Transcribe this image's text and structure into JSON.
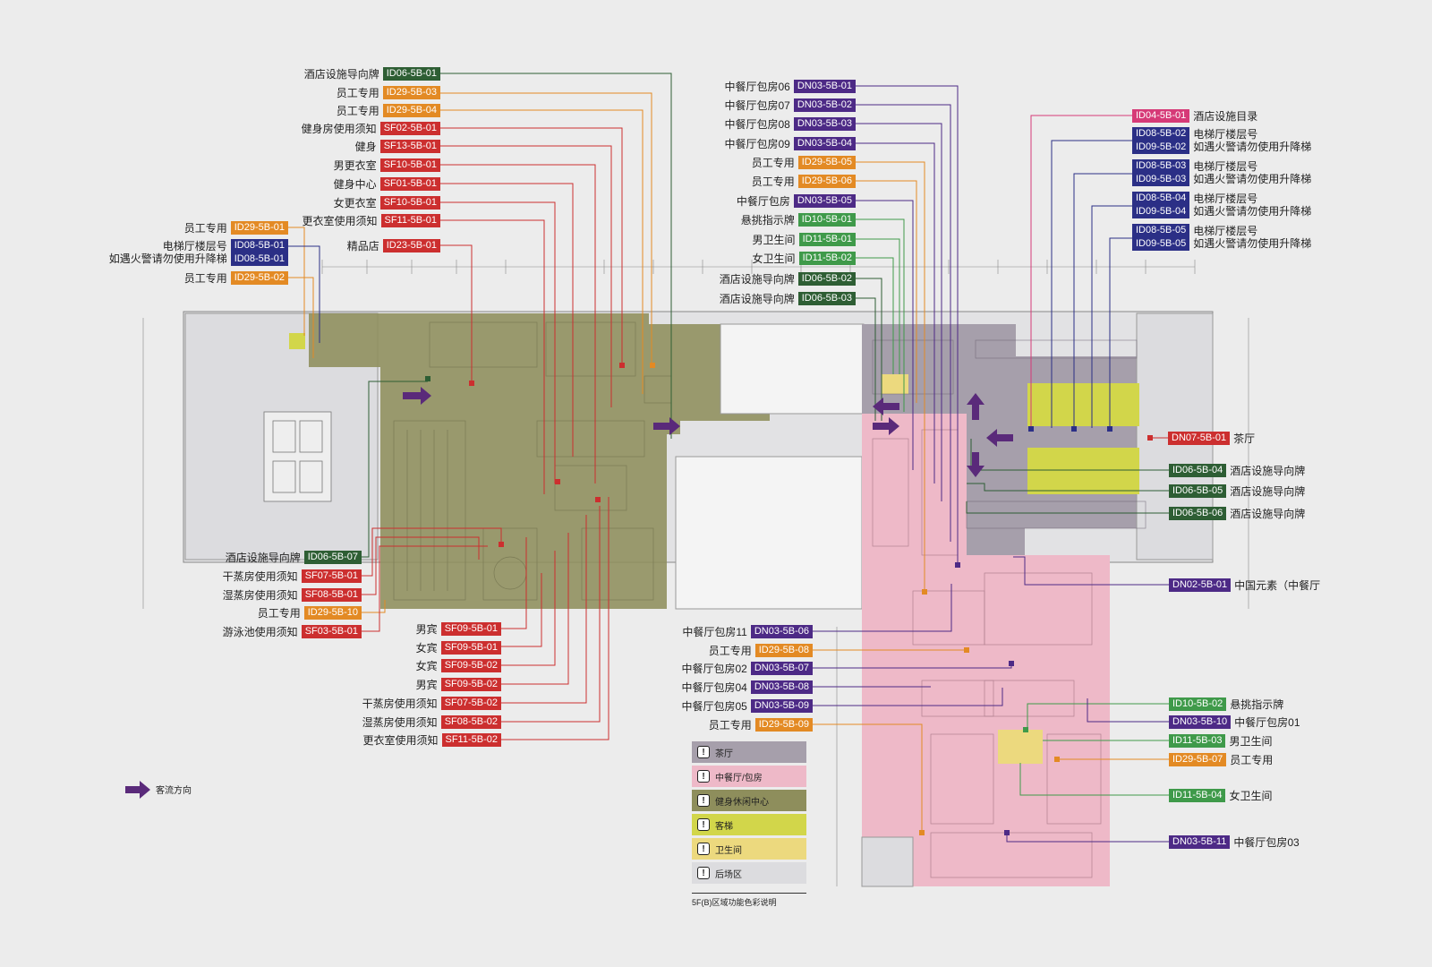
{
  "labels_left_top": [
    {
      "id": "l1",
      "text": "酒店设施导向牌",
      "code": "ID06-5B-01",
      "color": "#2e5e34"
    },
    {
      "id": "l2",
      "text": "员工专用",
      "code": "ID29-5B-03",
      "color": "#e38a24"
    },
    {
      "id": "l3",
      "text": "员工专用",
      "code": "ID29-5B-04",
      "color": "#e38a24"
    },
    {
      "id": "l4",
      "text": "健身房使用须知",
      "code": "SF02-5B-01",
      "color": "#cc2f2f"
    },
    {
      "id": "l5",
      "text": "健身",
      "code": "SF13-5B-01",
      "color": "#cc2f2f"
    },
    {
      "id": "l6",
      "text": "男更衣室",
      "code": "SF10-5B-01",
      "color": "#cc2f2f"
    },
    {
      "id": "l7",
      "text": "健身中心",
      "code": "SF01-5B-01",
      "color": "#cc2f2f"
    },
    {
      "id": "l8",
      "text": "女更衣室",
      "code": "SF10-5B-01",
      "color": "#cc2f2f"
    },
    {
      "id": "l9",
      "text": "更衣室使用须知",
      "code": "SF11-5B-01",
      "color": "#cc2f2f"
    },
    {
      "id": "l10",
      "text": "精品店",
      "code": "ID23-5B-01",
      "color": "#cc2f2f"
    }
  ],
  "labels_left_far": [
    {
      "id": "lf1",
      "text": "员工专用",
      "code": "ID29-5B-01",
      "color": "#e38a24"
    },
    {
      "id": "lf3",
      "text": "员工专用",
      "code": "ID29-5B-02",
      "color": "#e38a24"
    }
  ],
  "label_elevator_left": {
    "text1": "电梯厅楼层号",
    "text2": "如遇火警请勿使用升降梯",
    "code1": "ID08-5B-01",
    "code2": "ID08-5B-01",
    "color": "#2b2f86"
  },
  "labels_left_bottom": [
    {
      "id": "lb1",
      "text": "酒店设施导向牌",
      "code": "ID06-5B-07",
      "color": "#2e5e34"
    },
    {
      "id": "lb2",
      "text": "干蒸房使用须知",
      "code": "SF07-5B-01",
      "color": "#cc2f2f"
    },
    {
      "id": "lb3",
      "text": "湿蒸房使用须知",
      "code": "SF08-5B-01",
      "color": "#cc2f2f"
    },
    {
      "id": "lb4",
      "text": "员工专用",
      "code": "ID29-5B-10",
      "color": "#e38a24"
    },
    {
      "id": "lb5",
      "text": "游泳池使用须知",
      "code": "SF03-5B-01",
      "color": "#cc2f2f"
    }
  ],
  "labels_mid_bottom": [
    {
      "id": "mb1",
      "text": "男宾",
      "code": "SF09-5B-01",
      "color": "#cc2f2f"
    },
    {
      "id": "mb2",
      "text": "女宾",
      "code": "SF09-5B-01",
      "color": "#cc2f2f"
    },
    {
      "id": "mb3",
      "text": "女宾",
      "code": "SF09-5B-02",
      "color": "#cc2f2f"
    },
    {
      "id": "mb4",
      "text": "男宾",
      "code": "SF09-5B-02",
      "color": "#cc2f2f"
    },
    {
      "id": "mb5",
      "text": "干蒸房使用须知",
      "code": "SF07-5B-02",
      "color": "#cc2f2f"
    },
    {
      "id": "mb6",
      "text": "湿蒸房使用须知",
      "code": "SF08-5B-02",
      "color": "#cc2f2f"
    },
    {
      "id": "mb7",
      "text": "更衣室使用须知",
      "code": "SF11-5B-02",
      "color": "#cc2f2f"
    }
  ],
  "labels_center_top": [
    {
      "id": "c1",
      "text": "中餐厅包房06",
      "code": "DN03-5B-01",
      "color": "#4d2a86"
    },
    {
      "id": "c2",
      "text": "中餐厅包房07",
      "code": "DN03-5B-02",
      "color": "#4d2a86"
    },
    {
      "id": "c3",
      "text": "中餐厅包房08",
      "code": "DN03-5B-03",
      "color": "#4d2a86"
    },
    {
      "id": "c4",
      "text": "中餐厅包房09",
      "code": "DN03-5B-04",
      "color": "#4d2a86"
    },
    {
      "id": "c5",
      "text": "员工专用",
      "code": "ID29-5B-05",
      "color": "#e38a24"
    },
    {
      "id": "c6",
      "text": "员工专用",
      "code": "ID29-5B-06",
      "color": "#e38a24"
    },
    {
      "id": "c7",
      "text": "中餐厅包房",
      "code": "DN03-5B-05",
      "color": "#4d2a86"
    },
    {
      "id": "c8",
      "text": "悬挑指示牌",
      "code": "ID10-5B-01",
      "color": "#3f9a4a"
    },
    {
      "id": "c9",
      "text": "男卫生间",
      "code": "ID11-5B-01",
      "color": "#3f9a4a"
    },
    {
      "id": "c10",
      "text": "女卫生间",
      "code": "ID11-5B-02",
      "color": "#3f9a4a"
    },
    {
      "id": "c11",
      "text": "酒店设施导向牌",
      "code": "ID06-5B-02",
      "color": "#2e5e34"
    },
    {
      "id": "c12",
      "text": "酒店设施导向牌",
      "code": "ID06-5B-03",
      "color": "#2e5e34"
    }
  ],
  "labels_center_bottom": [
    {
      "id": "cb1",
      "text": "中餐厅包房11",
      "code": "DN03-5B-06",
      "color": "#4d2a86"
    },
    {
      "id": "cb2",
      "text": "员工专用",
      "code": "ID29-5B-08",
      "color": "#e38a24"
    },
    {
      "id": "cb3",
      "text": "中餐厅包房02",
      "code": "DN03-5B-07",
      "color": "#4d2a86"
    },
    {
      "id": "cb4",
      "text": "中餐厅包房04",
      "code": "DN03-5B-08",
      "color": "#4d2a86"
    },
    {
      "id": "cb5",
      "text": "中餐厅包房05",
      "code": "DN03-5B-09",
      "color": "#4d2a86"
    },
    {
      "id": "cb6",
      "text": "员工专用",
      "code": "ID29-5B-09",
      "color": "#e38a24"
    }
  ],
  "labels_right_top": {
    "directory": {
      "code": "ID04-5B-01",
      "text": "酒店设施目录",
      "color": "#d63a77"
    },
    "elevators": [
      {
        "code1": "ID08-5B-02",
        "code2": "ID09-5B-02",
        "text1": "电梯厅楼层号",
        "text2": "如遇火警请勿使用升降梯"
      },
      {
        "code1": "ID08-5B-03",
        "code2": "ID09-5B-03",
        "text1": "电梯厅楼层号",
        "text2": "如遇火警请勿使用升降梯"
      },
      {
        "code1": "ID08-5B-04",
        "code2": "ID09-5B-04",
        "text1": "电梯厅楼层号",
        "text2": "如遇火警请勿使用升降梯"
      },
      {
        "code1": "ID08-5B-05",
        "code2": "ID09-5B-05",
        "text1": "电梯厅楼层号",
        "text2": "如遇火警请勿使用升降梯"
      }
    ],
    "elevator_color": "#2b2f86"
  },
  "labels_right": [
    {
      "id": "r1",
      "code": "DN07-5B-01",
      "text": "茶厅",
      "color": "#cc2f2f"
    },
    {
      "id": "r2",
      "code": "ID06-5B-04",
      "text": "酒店设施导向牌",
      "color": "#2e5e34"
    },
    {
      "id": "r3",
      "code": "ID06-5B-05",
      "text": "酒店设施导向牌",
      "color": "#2e5e34"
    },
    {
      "id": "r4",
      "code": "ID06-5B-06",
      "text": "酒店设施导向牌",
      "color": "#2e5e34"
    },
    {
      "id": "r5",
      "code": "DN02-5B-01",
      "text": "中国元素（中餐厅",
      "color": "#4d2a86"
    },
    {
      "id": "r6",
      "code": "ID10-5B-02",
      "text": "悬挑指示牌",
      "color": "#3f9a4a"
    },
    {
      "id": "r7",
      "code": "DN03-5B-10",
      "text": "中餐厅包房01",
      "color": "#4d2a86"
    },
    {
      "id": "r8",
      "code": "ID11-5B-03",
      "text": "男卫生间",
      "color": "#3f9a4a"
    },
    {
      "id": "r9",
      "code": "ID29-5B-07",
      "text": "员工专用",
      "color": "#e38a24"
    },
    {
      "id": "r10",
      "code": "ID11-5B-04",
      "text": "女卫生间",
      "color": "#3f9a4a"
    },
    {
      "id": "r11",
      "code": "DN03-5B-11",
      "text": "中餐厅包房03",
      "color": "#4d2a86"
    }
  ],
  "legend": {
    "items": [
      {
        "label": "茶厅",
        "color": "#a69fab"
      },
      {
        "label": "中餐厅/包房",
        "color": "#eeb9c8"
      },
      {
        "label": "健身休闲中心",
        "color": "#8e8e5c"
      },
      {
        "label": "客梯",
        "color": "#d2d64a"
      },
      {
        "label": "卫生间",
        "color": "#ecd97e"
      },
      {
        "label": "后场区",
        "color": "#dcdcdf"
      }
    ],
    "caption": "5F(B)区域功能色彩说明"
  },
  "flow_label": "客流方向",
  "flow_color": "#5a2a7a"
}
